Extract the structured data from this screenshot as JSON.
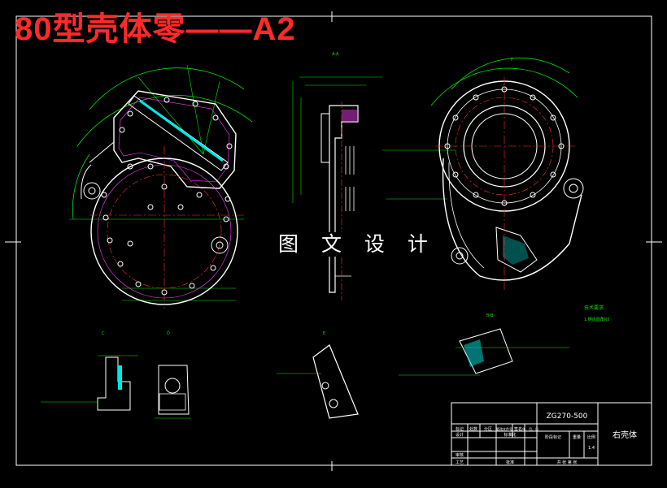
{
  "title_overlay": "80型壳体零——A2",
  "watermark": "图 文 设 计",
  "drawing_no": "ZG270-500",
  "part_name": "右壳体",
  "tech_req": {
    "heading": "技术要求",
    "line1": "1.铸造圆角R3"
  },
  "title_block_labels": {
    "mark": "标记",
    "count": "处数",
    "zone": "分区",
    "change_doc": "更改文件号",
    "sign": "签名",
    "date": "年、月、日",
    "design": "设计",
    "standardize": "标准化",
    "stage_mark": "阶段标记",
    "weight": "重量",
    "scale": "比例",
    "scale_value": "1:4",
    "review": "审核",
    "process": "工艺",
    "approve": "批准",
    "sheets": "共 张 第 张"
  },
  "section_labels": [
    "A-A",
    "B-B",
    "C",
    "D",
    "E",
    "F"
  ],
  "colors": {
    "bg": "#000000",
    "part": "#ffffff",
    "dim": "#00e600",
    "center": "#ff3030",
    "hatch": "#ff40ff",
    "section": "#00e6e6"
  }
}
